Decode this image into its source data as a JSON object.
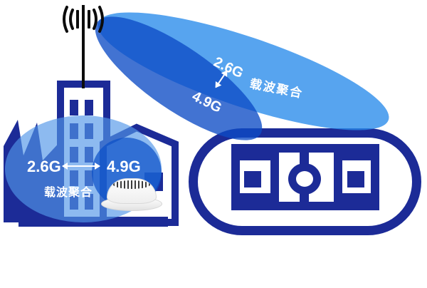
{
  "colors": {
    "navy": "#1c2b97",
    "black": "#0c0c0c",
    "beam_light": "rgba(40,139,235,0.78)",
    "beam_dark": "rgba(13,76,197,0.78)",
    "zone_light": "rgba(82,150,232,0.66)",
    "zone_dark": "rgba(10,80,200,0.70)",
    "label_text": "#ffffff"
  },
  "outdoor_beams": {
    "label_26g": "2.6G",
    "label_49g": "4.9G",
    "label_ca": "载波聚合"
  },
  "indoor_zone": {
    "label_26g": "2.6G",
    "label_49g": "4.9G",
    "label_ca": "载波聚合"
  }
}
